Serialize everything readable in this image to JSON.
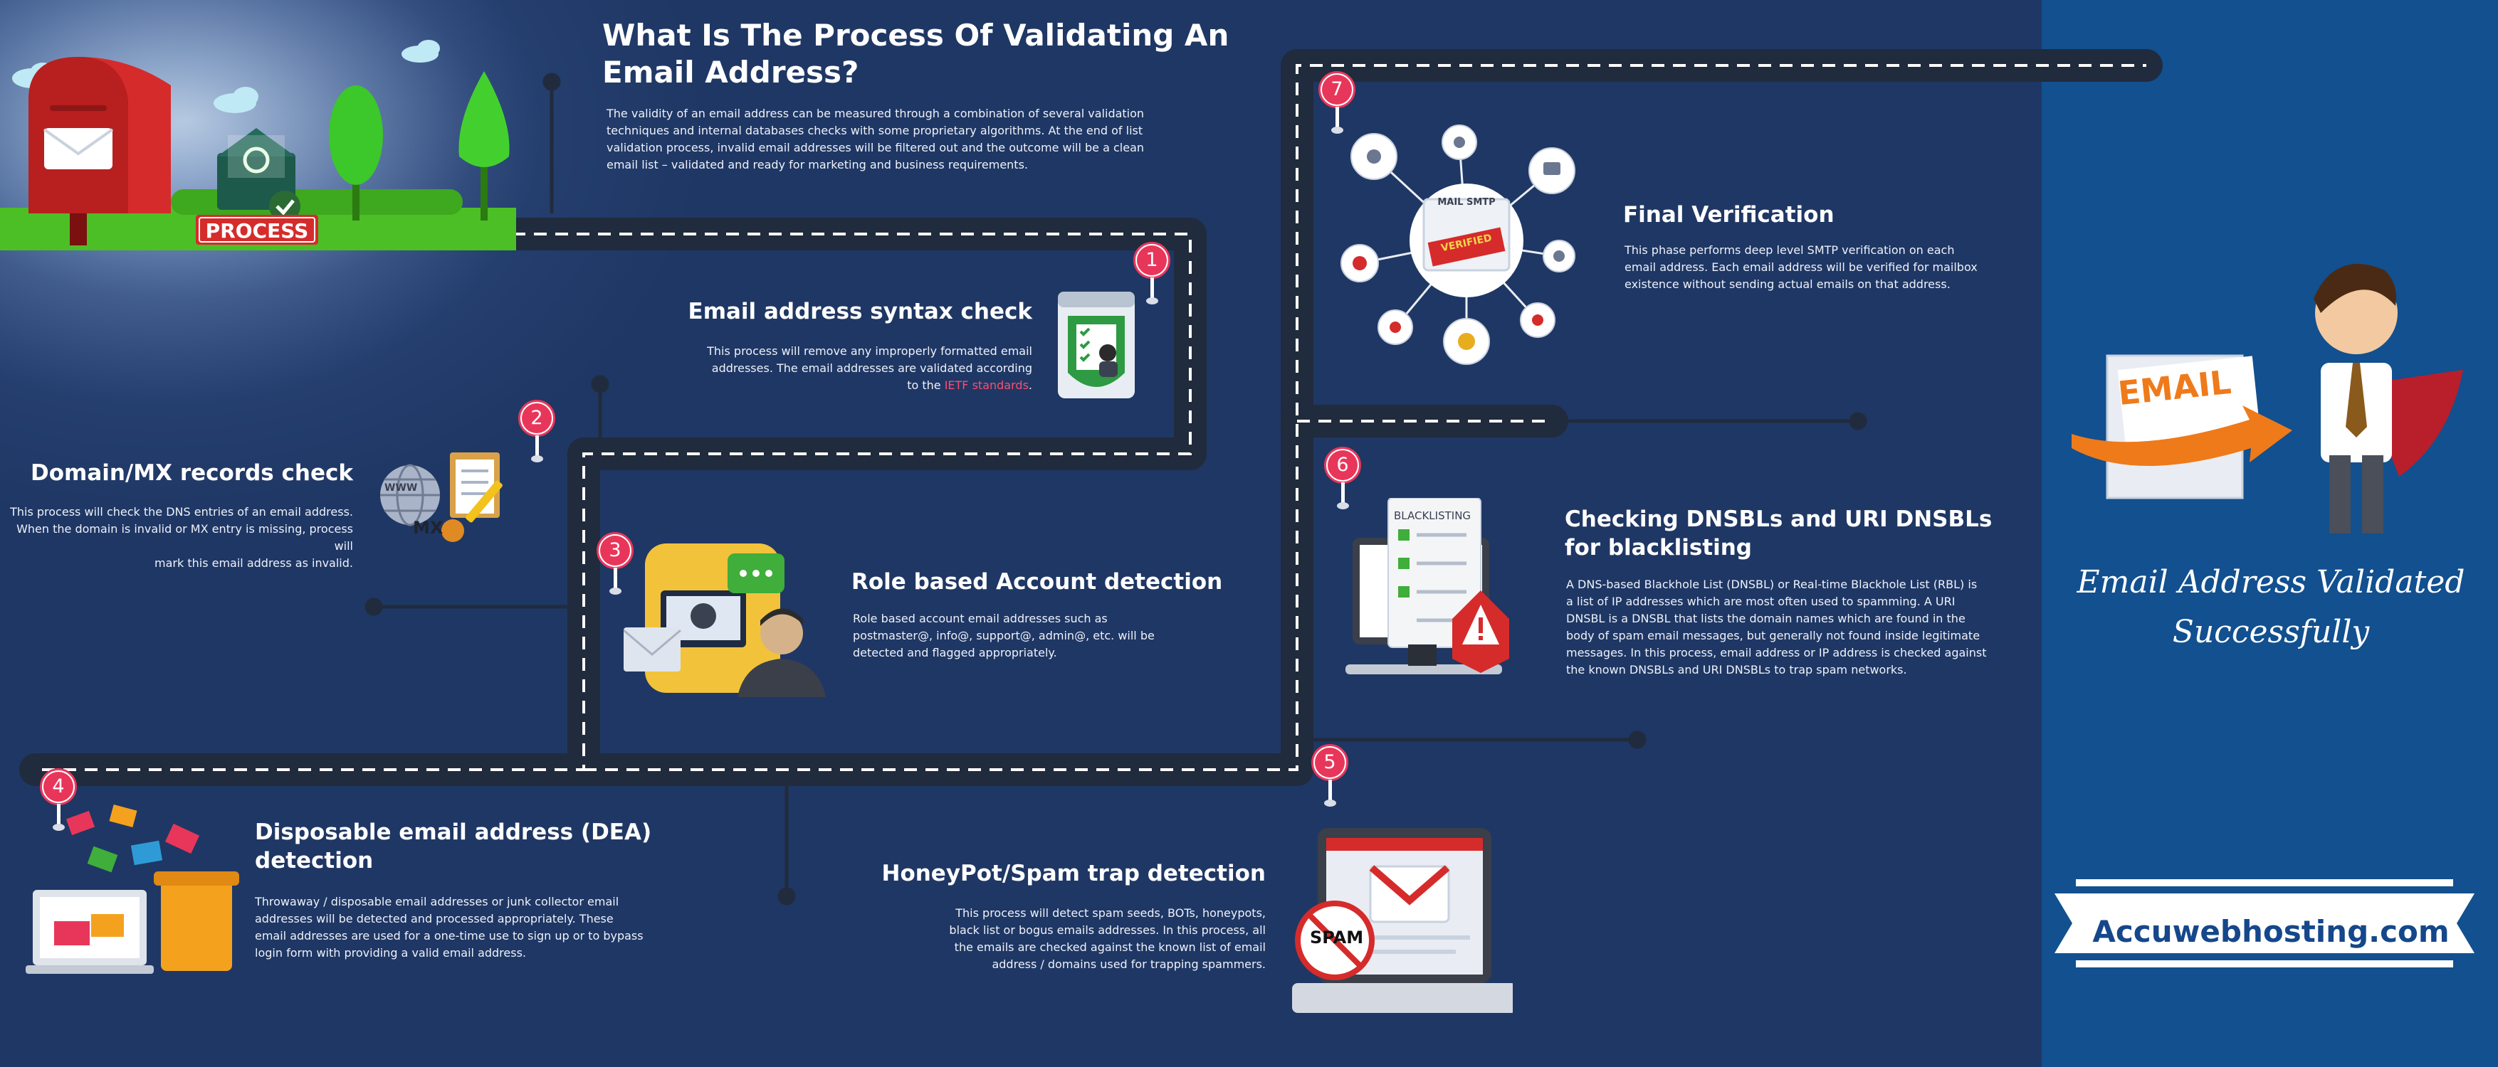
{
  "header": {
    "title_line1": "What Is The Process Of Validating An",
    "title_line2": "Email Address?",
    "intro": [
      "The validity of an email address can be measured through a combination of several validation",
      "techniques and internal databases checks with some proprietary algorithms. At the end of list",
      "validation process, invalid email addresses will be filtered out and the outcome will be a clean",
      "email list – validated and ready for marketing and business requirements."
    ]
  },
  "start_label": "PROCESS",
  "steps": [
    {
      "number": "1",
      "title": "Email address syntax check",
      "lines": [
        "This process will remove any improperly formatted email",
        "addresses. The email addresses are validated according"
      ],
      "last_prefix": "to the ",
      "last_link": "IETF standards",
      "last_suffix": "."
    },
    {
      "number": "2",
      "title": "Domain/MX records check",
      "lines": [
        "This process will check the DNS entries of an email address.",
        "When the domain is invalid or MX entry is missing, process will",
        "mark this email address as invalid."
      ]
    },
    {
      "number": "3",
      "title": "Role based Account detection",
      "lines": [
        "Role based account email addresses such as",
        "postmaster@, info@, support@, admin@, etc. will be",
        "detected and flagged appropriately."
      ]
    },
    {
      "number": "4",
      "title_line1": "Disposable email address (DEA)",
      "title_line2": "detection",
      "lines": [
        "Throwaway / disposable email addresses or junk collector email",
        "addresses will be detected and processed appropriately. These",
        "email addresses are used for a one-time use to sign up or to bypass",
        "login form with providing a valid email address."
      ]
    },
    {
      "number": "5",
      "title": "HoneyPot/Spam trap detection",
      "lines": [
        "This process will detect spam seeds, BOTs, honeypots,",
        "black list or bogus emails addresses. In this process, all",
        "the emails are checked against the known list of email",
        "address / domains used for trapping spammers."
      ]
    },
    {
      "number": "6",
      "title_line1": "Checking DNSBLs and URI DNSBLs",
      "title_line2": "for blacklisting",
      "lines": [
        "A DNS-based Blackhole List (DNSBL) or Real-time Blackhole List (RBL) is",
        "a list of IP addresses which are most often used to spamming. A URI",
        "DNSBL is a DNSBL that lists the domain names which are found in the",
        "body of spam email messages, but generally not found inside legitimate",
        "messages. In this process, email address or IP address is checked against",
        "the known DNSBLs and URI DNSBLs to trap spam networks."
      ]
    },
    {
      "number": "7",
      "title": "Final Verification",
      "lines": [
        "This phase performs deep level SMTP verification on each",
        "email address. Each email address will be verified for mailbox",
        "existence without sending actual emails on that address."
      ]
    }
  ],
  "icon_labels": {
    "mail_smtp": "MAIL SMTP",
    "verified": "VERIFIED",
    "blacklisting": "BLACKLISTING",
    "spam": "SPAM",
    "www": "WWW",
    "mx": "MX",
    "email": "EMAIL"
  },
  "result": {
    "line1": "Email Address Validated",
    "line2": "Successfully"
  },
  "brand": "Accuwebhosting.com"
}
